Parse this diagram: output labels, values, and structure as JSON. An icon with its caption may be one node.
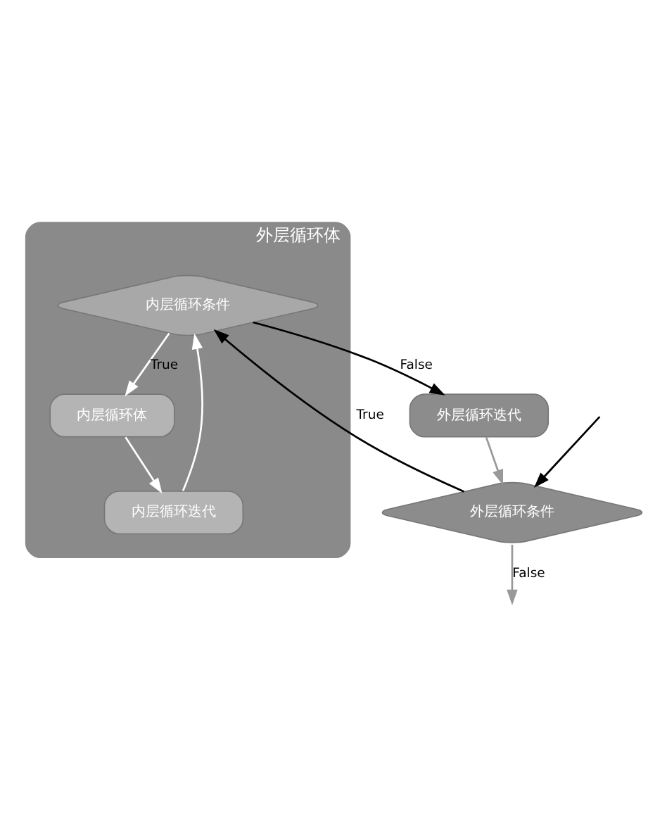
{
  "diagram": {
    "nodes": [
      {
        "text": [
          "外层循环条件"
        ]
      },
      {
        "text": [
          "外层循环体"
        ]
      },
      {
        "text": [
          "内层循环条件"
        ],
        "in": 1
      },
      {
        "text": [
          "内层循环体"
        ],
        "in": 1
      },
      {
        "text": [
          "内层循环迭代"
        ],
        "in": 1
      },
      {
        "text": [
          "外层循环迭代"
        ]
      }
    ],
    "edges": [
      {
        "from": null,
        "to": 0,
        "arrow": "to"
      },
      {
        "from": 0,
        "to": 2,
        "arrow": "to",
        "label": "True"
      },
      {
        "from": 2,
        "to": 3,
        "arrow": "to",
        "label": "True",
        "color": "#ffffff"
      },
      {
        "from": 3,
        "to": 4,
        "arrow": "to",
        "color": "#ffffff"
      },
      {
        "from": 4,
        "to": 2,
        "arrow": "to",
        "color": "#ffffff"
      },
      {
        "from": 2,
        "to": 5,
        "arrow": "to",
        "label": "False"
      },
      {
        "from": 5,
        "to": 0,
        "arrow": "to",
        "color": "#999999"
      },
      {
        "from": 0,
        "to": null,
        "arrow": "to",
        "label": "False",
        "color": "#999999"
      }
    ]
  }
}
